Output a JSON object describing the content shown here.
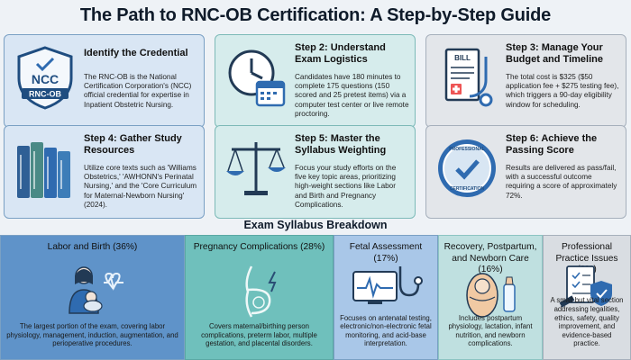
{
  "title": "The Path to RNC-OB Certification: A Step-by-Step Guide",
  "steps": [
    {
      "head": "Identify the Credential",
      "body": "The RNC-OB is the National Certification Corporation's (NCC) official credential for expertise in Inpatient Obstetric Nursing.",
      "badge_top": "NCC",
      "badge_bottom": "RNC-OB"
    },
    {
      "head": "Step 2: Understand Exam Logistics",
      "body": "Candidates have 180 minutes to complete 175 questions (150 scored and 25 pretest items) via a computer test center or live remote proctoring."
    },
    {
      "head": "Step 3: Manage Your Budget and Timeline",
      "body": "The total cost is $325 ($50 application fee + $275 testing fee), which triggers a 90-day eligibility window for scheduling.",
      "bill_label": "BILL"
    },
    {
      "head": "Step 4: Gather Study Resources",
      "body": "Utilize core texts such as 'Williams Obstetrics,' 'AWHONN's Perinatal Nursing,' and the 'Core Curriculum for Maternal-Newborn Nursing' (2024)."
    },
    {
      "head": "Step 5: Master the Syllabus Weighting",
      "body": "Focus your study efforts on the five key topic areas, prioritizing high-weight sections like Labor and Birth and Pregnancy Complications."
    },
    {
      "head": "Step 6: Achieve the Passing Score",
      "body": "Results are delivered as pass/fail, with a successful outcome requiring a score of approximately 72%.",
      "seal_top": "PROFESSIONAL",
      "seal_bottom": "CERTIFICATION"
    }
  ],
  "syllabus": {
    "title": "Exam Syllabus Breakdown",
    "categories": [
      {
        "head": "Labor and Birth (36%)",
        "body": "The largest portion of the exam, covering labor physiology, management, induction, augmentation, and perioperative procedures.",
        "color": "#5f93c9"
      },
      {
        "head": "Pregnancy Complications (28%)",
        "body": "Covers maternal/birthing person complications, preterm labor, multiple gestation, and placental disorders.",
        "color": "#6fc0bc"
      },
      {
        "head": "Fetal Assessment (17%)",
        "body": "Focuses on antenatal testing, electronic/non-electronic fetal monitoring, and acid-base interpretation.",
        "color": "#a9c7e8"
      },
      {
        "head": "Recovery, Postpartum, and Newborn Care (16%)",
        "body": "Includes postpartum physiology, lactation, infant nutrition, and newborn complications.",
        "color": "#bfe0e0"
      },
      {
        "head": "Professional Practice Issues (3%)",
        "body": "A small but vital section addressing legalities, ethics, safety, quality improvement, and evidence-based practice.",
        "color": "#d9dde2"
      }
    ]
  }
}
